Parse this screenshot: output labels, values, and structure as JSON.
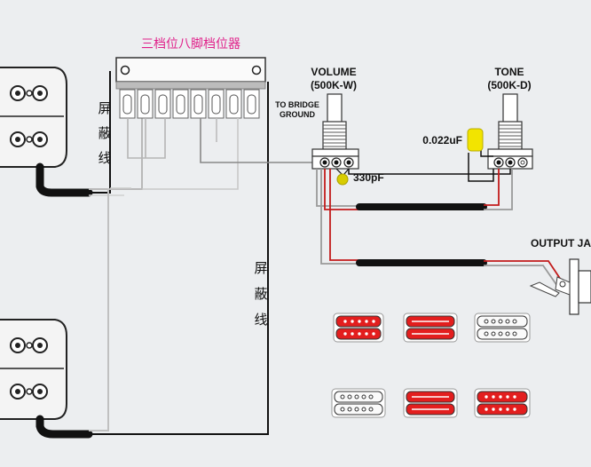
{
  "switch": {
    "title": "三档位八脚档位器"
  },
  "shield_label_left": [
    "屏",
    "蔽",
    "线"
  ],
  "shield_label_right": [
    "屏",
    "蔽",
    "线"
  ],
  "volume": {
    "title": "VOLUME",
    "value": "(500K-W)"
  },
  "tone": {
    "title": "TONE",
    "value": "(500K-D)"
  },
  "bridge_ground": [
    "TO BRIDGE",
    "GROUND"
  ],
  "capacitors": {
    "tone_cap": "0.022uF",
    "volume_cap": "330pF"
  },
  "output": {
    "label": "OUTPUT JA"
  },
  "colors": {
    "background": "#eceef0",
    "wire_red": "#d01818",
    "wire_black": "#111111",
    "wire_grey": "#a0a0a0",
    "cap_yellow": "#f2e400",
    "pickup_red": "#e31e1e",
    "label_pink": "#e0208a"
  },
  "pickup_legend": {
    "rows": [
      [
        "red-split-top",
        "red-single-rail",
        "white-full"
      ],
      [
        "white-full",
        "red-single-rail",
        "red-split-bottom"
      ]
    ]
  }
}
